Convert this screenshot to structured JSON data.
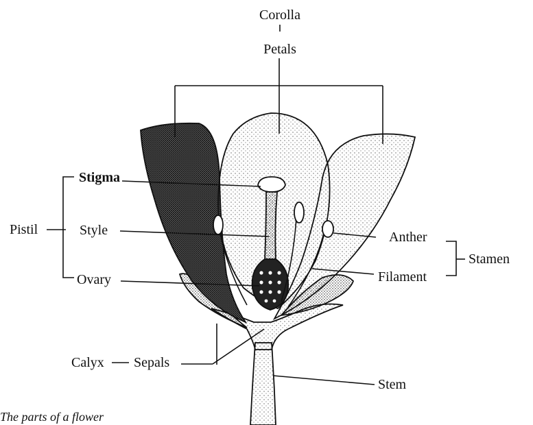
{
  "labels": {
    "corolla": "Corolla",
    "petals": "Petals",
    "stigma": "Stigma",
    "pistil": "Pistil",
    "style": "Style",
    "ovary": "Ovary",
    "anther": "Anther",
    "filament": "Filament",
    "stamen": "Stamen",
    "calyx": "Calyx",
    "sepals": "Sepals",
    "stem": "Stem"
  },
  "caption": "The parts of a flower"
}
